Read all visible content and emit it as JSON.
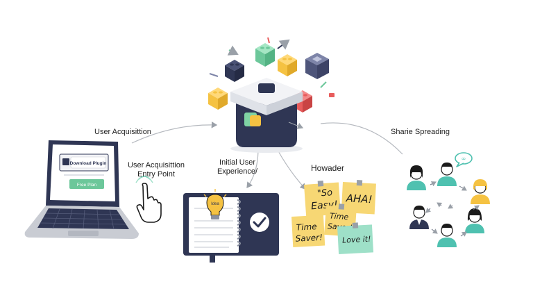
{
  "labels": {
    "user_acquisition": "User Acquisittion",
    "entry_point_line1": "User Acquisittion",
    "entry_point_line2": "Entry Point",
    "initial_line1": "Initial User",
    "initial_line2": "Experience/",
    "howader": "Howader",
    "share_spreading": "Sharie Spreading"
  },
  "laptop": {
    "download_button": "Download Plugin",
    "free_button": "Free Plan"
  },
  "notebook": {
    "bulb_text": "Idea"
  },
  "sticky_notes": {
    "so_easy_line1": "\"So",
    "so_easy_line2": "Easy!",
    "aha": "AHA!",
    "time_saver_a_line1": "Time",
    "time_saver_a_line2": "Saver!",
    "time_saver_b_line1": "Time",
    "time_saver_b_line2": "Saver!",
    "love_it": "Love it!"
  },
  "colors": {
    "navy": "#2f3654",
    "gold": "#f5c242",
    "red": "#e85c5c",
    "green": "#7fd3a4",
    "sticky_yellow": "#f7d774",
    "sticky_teal": "#9ee0c8",
    "teal_shirt": "#4fc1b0"
  }
}
